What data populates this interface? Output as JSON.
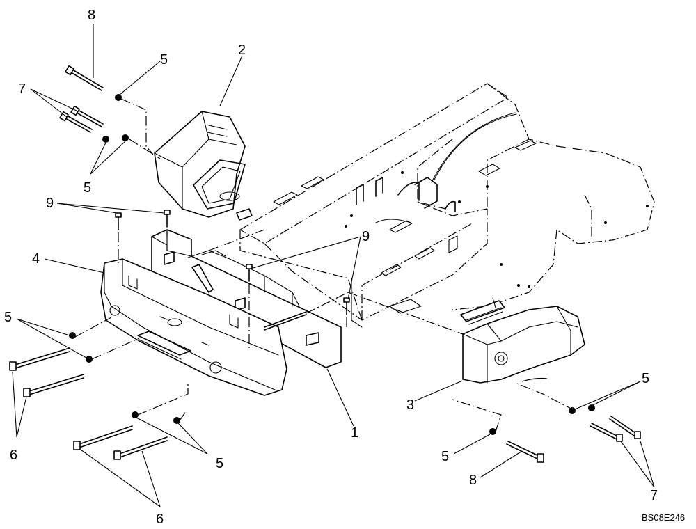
{
  "figure_id": "BS08E246",
  "callouts": {
    "c1": "1",
    "c2": "2",
    "c3": "3",
    "c4": "4",
    "c5": "5",
    "c6": "6",
    "c7": "7",
    "c8": "8",
    "c9": "9"
  }
}
